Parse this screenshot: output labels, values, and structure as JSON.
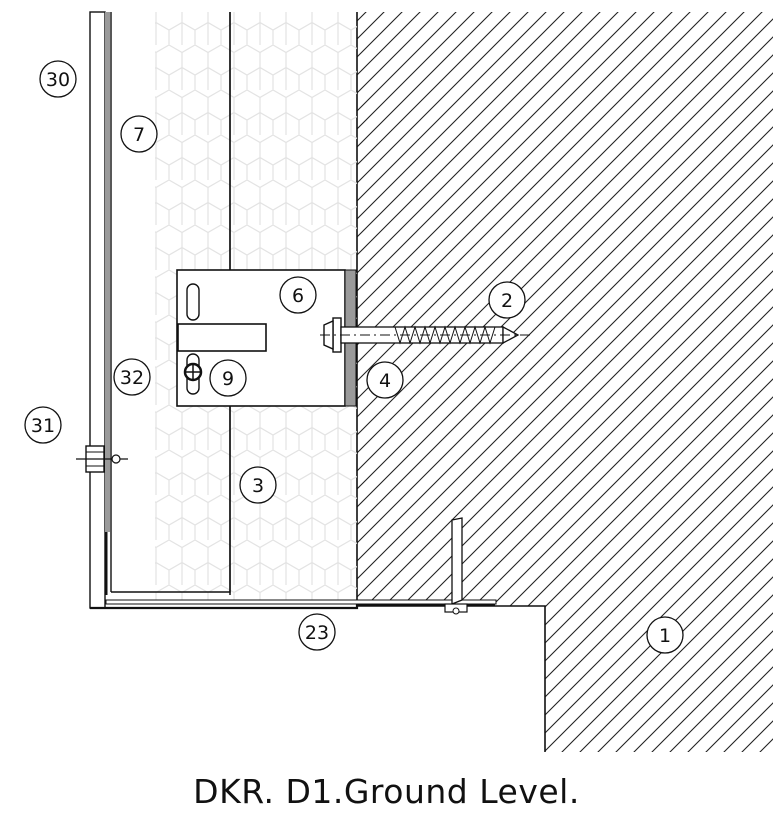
{
  "caption": "DKR. D1.Ground Level.",
  "callouts": [
    {
      "id": "c30",
      "label": "30"
    },
    {
      "id": "c7",
      "label": "7"
    },
    {
      "id": "c6",
      "label": "6"
    },
    {
      "id": "c2",
      "label": "2"
    },
    {
      "id": "c32",
      "label": "32"
    },
    {
      "id": "c9",
      "label": "9"
    },
    {
      "id": "c4",
      "label": "4"
    },
    {
      "id": "c31",
      "label": "31"
    },
    {
      "id": "c3",
      "label": "3"
    },
    {
      "id": "c23",
      "label": "23"
    },
    {
      "id": "c1",
      "label": "1"
    }
  ]
}
